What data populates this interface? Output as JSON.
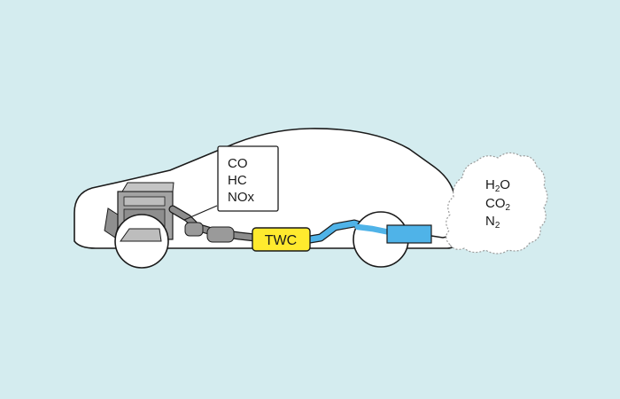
{
  "colors": {
    "background": "#d4ecef",
    "outline": "#1a1a1a",
    "car_body": "#ffffff",
    "engine_gray": "#9a9a9a",
    "pipe_gray": "#8c8c8c",
    "catalyst": "#ffea2e",
    "clean_pipe": "#4fb3e8"
  },
  "icons": {
    "engine": "engine-block-icon",
    "cloud": "exhaust-cloud-icon"
  },
  "pollutants": {
    "co": "CO",
    "hc": "HC",
    "nox": "NOx"
  },
  "catalyst": {
    "label": "TWC"
  },
  "emissions": {
    "h2o_main": "H",
    "h2o_sub": "2",
    "h2o_tail": "O",
    "co2_main": "CO",
    "co2_sub": "2",
    "n2_main": "N",
    "n2_sub": "2"
  }
}
